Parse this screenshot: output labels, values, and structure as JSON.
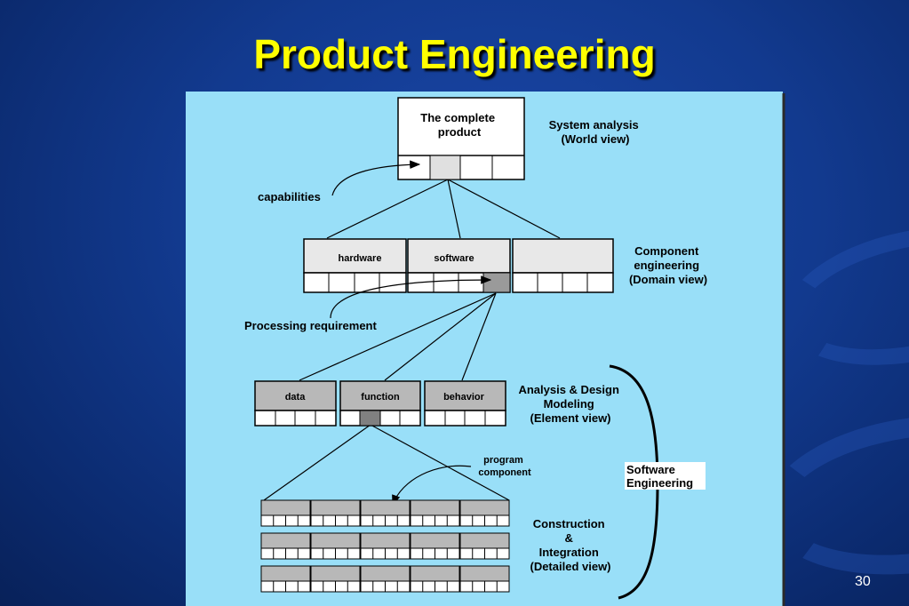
{
  "slide": {
    "title": "Product Engineering",
    "page_number": "30"
  },
  "diagram": {
    "top_box_label": [
      "The complete",
      "product"
    ],
    "system_label": [
      "System analysis",
      "(World view)"
    ],
    "capabilities_label": "capabilities",
    "hardware_label": "hardware",
    "software_label": "software",
    "component_label": [
      "Component",
      "engineering",
      "(Domain view)"
    ],
    "processing_label": "Processing requirement",
    "data_label": "data",
    "function_label": "function",
    "behavior_label": "behavior",
    "analysis_label": [
      "Analysis & Design",
      "Modeling",
      "(Element view)"
    ],
    "program_label": [
      "program",
      "component"
    ],
    "software_engineering_label": [
      "Software",
      "Engineering"
    ],
    "construction_label": [
      "Construction",
      "&",
      "Integration",
      "(Detailed view)"
    ]
  },
  "colors": {
    "panel": "#99dff8",
    "title": "#ffff00",
    "box_gray": "#b8b8b8",
    "box_light": "#e8e8e8"
  }
}
